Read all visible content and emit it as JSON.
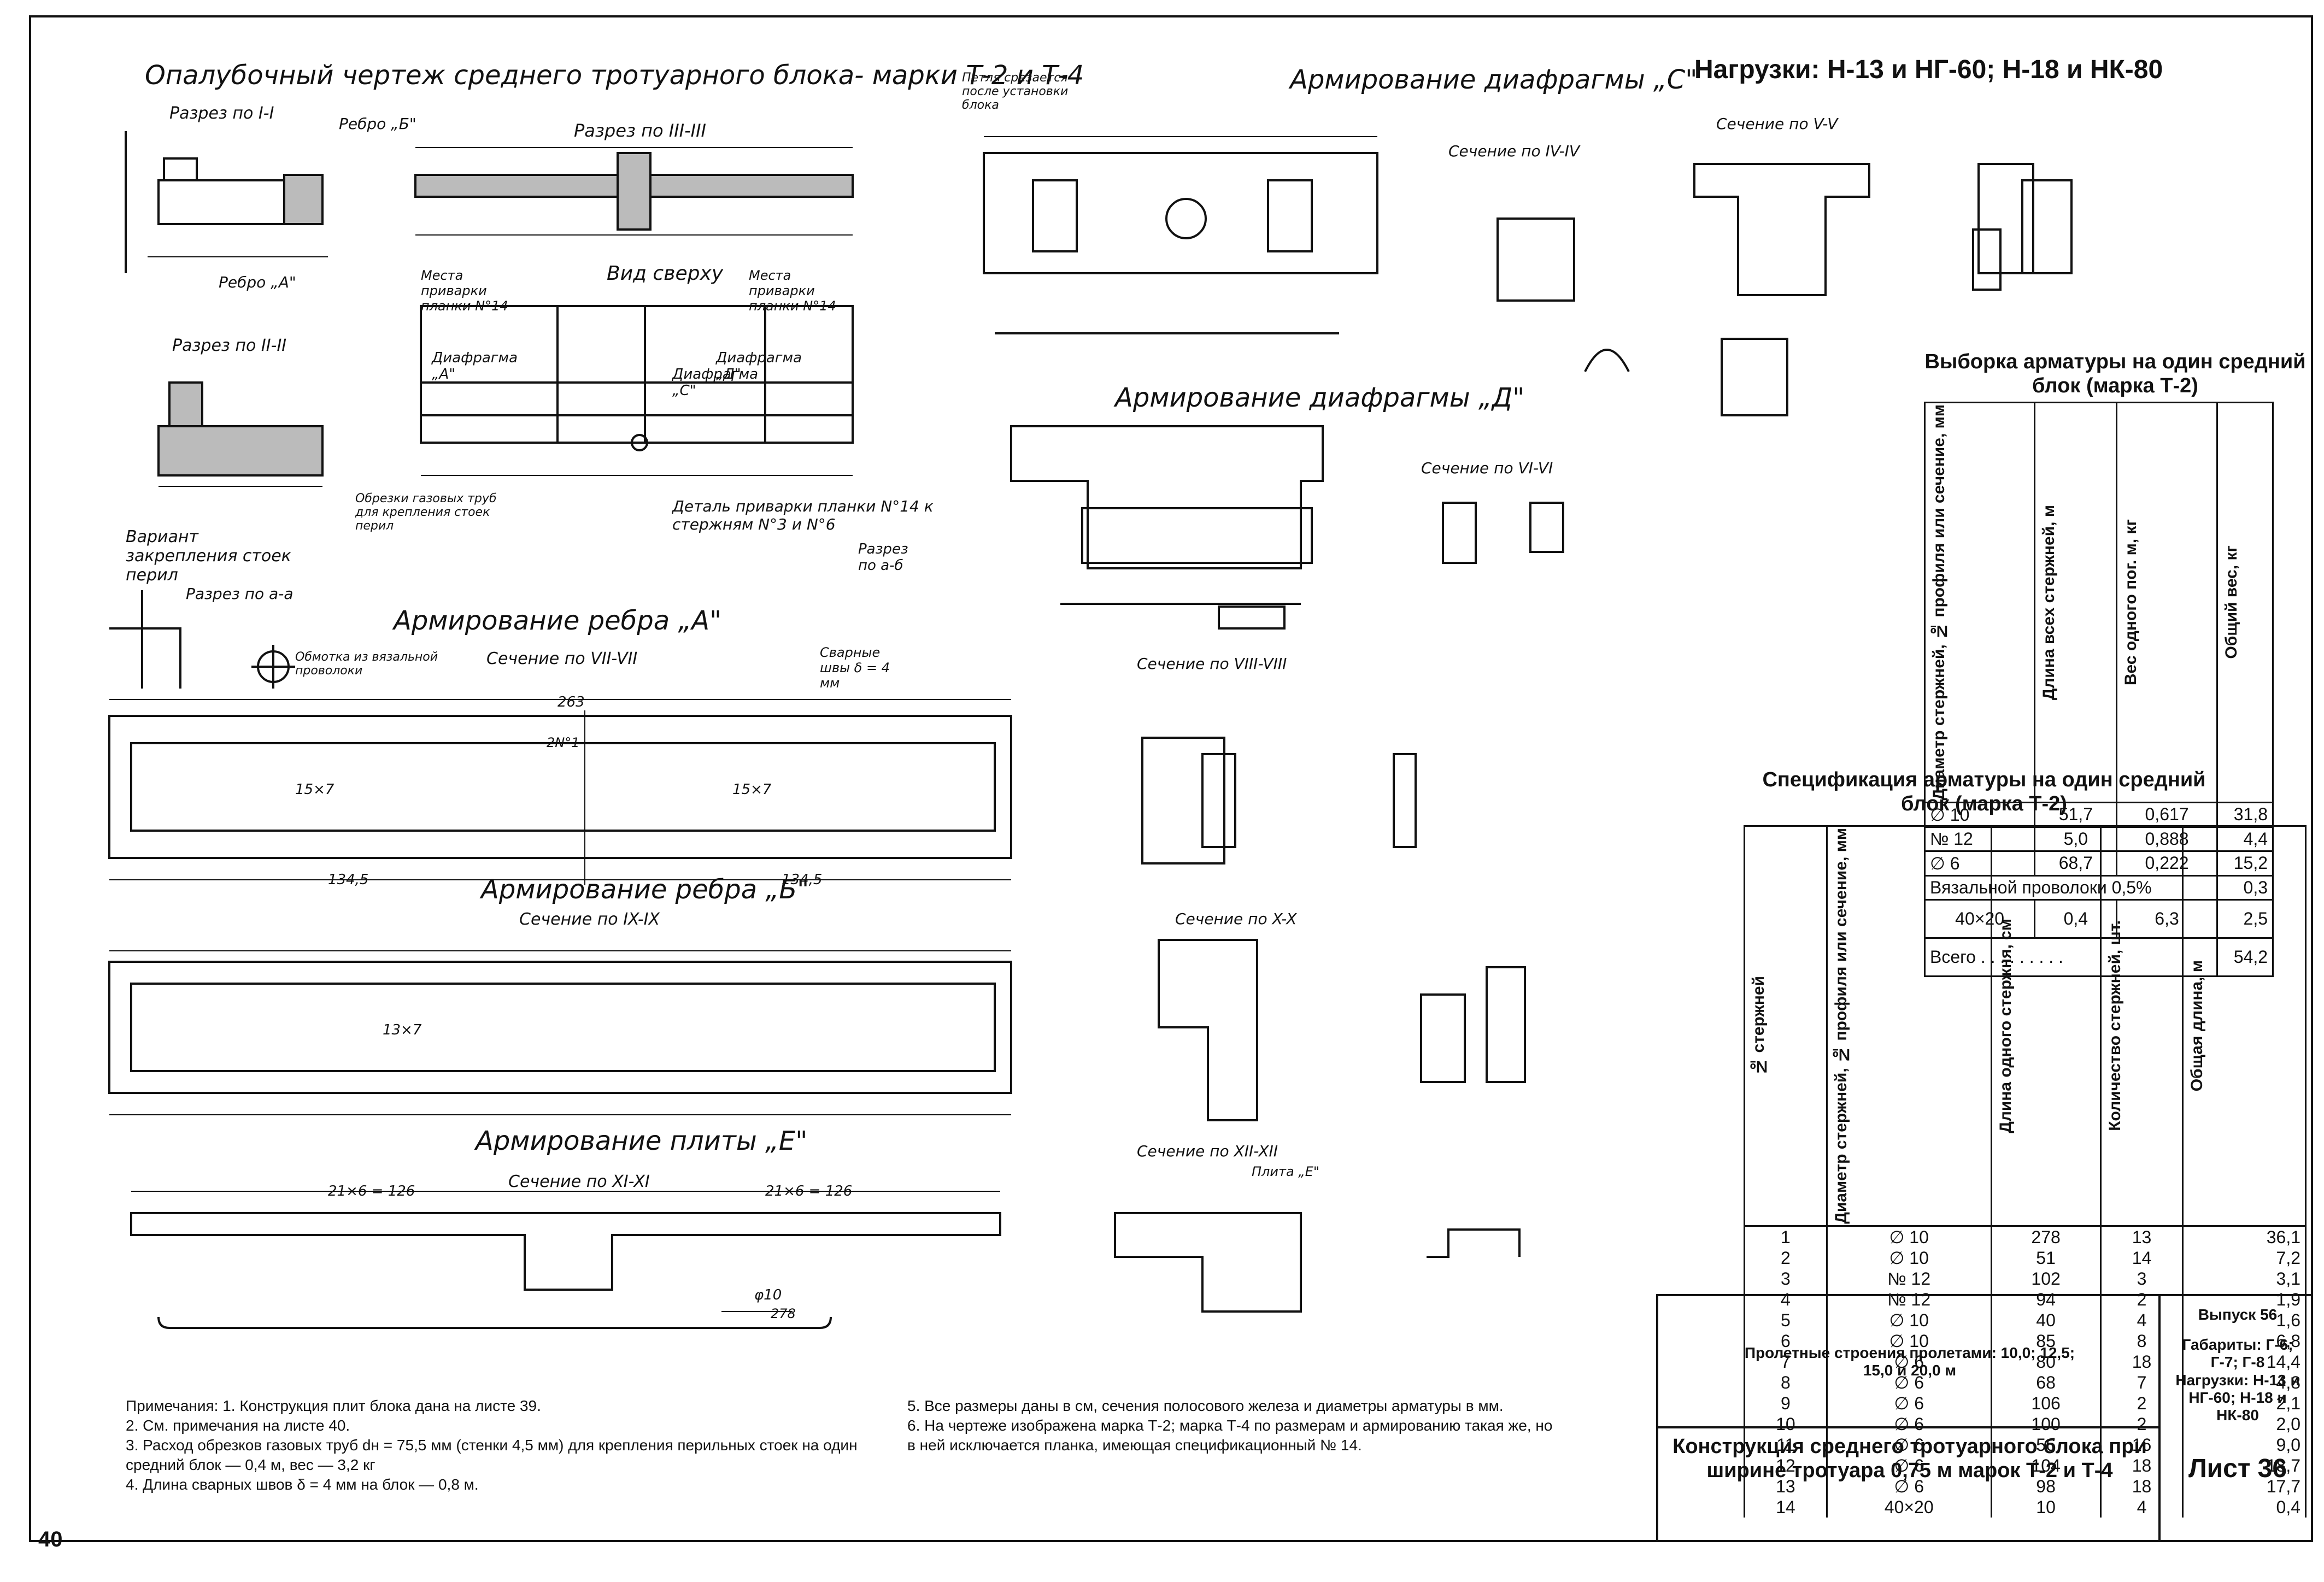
{
  "headings": {
    "formwork": "Опалубочный чертеж среднего тротуарного блока- марки Т-2 и Т-4",
    "diaphragm_c": "Армирование диафрагмы „С\"",
    "diaphragm_d": "Армирование диафрагмы „Д\"",
    "rib_a": "Армирование ребра „А\"",
    "rib_b": "Армирование ребра „Б\"",
    "plate_e": "Армирование плиты „Е\"",
    "loads": "Нагрузки: Н-13 и НГ-60; Н-18 и НК-80"
  },
  "labels": {
    "sec_1": "Разрез по I-I",
    "sec_2": "Разрез по II-II",
    "sec_3": "Разрез по III-III",
    "top_view": "Вид сверху",
    "variant": "Вариант закрепления стоек перил",
    "sec_aa": "Разрез по а-а",
    "sec_ab": "Разрез по а-б",
    "sec_4": "Сечение по IV-IV",
    "sec_5": "Сечение по V-V",
    "sec_6": "Сечение по VI-VI",
    "sec_7": "Сечение по VII-VII",
    "sec_8": "Сечение по VIII-VIII",
    "sec_9": "Сечение по IX-IX",
    "sec_10": "Сечение по X-X",
    "sec_11": "Сечение по XI-XI",
    "sec_12": "Сечение по XII-XII",
    "slab_e": "Плита „Е\"",
    "rib_b_label": "Ребро „Б\"",
    "rib_a_label": "Ребро „А\"",
    "weld_places": "Места приварки планки N°14",
    "diaphragm_a": "Диафрагма „А\"",
    "diaphragm_c_lbl": "Диафрагма „С\"",
    "diaphragm_d_lbl": "Диафрагма „Д\"",
    "pipe_scraps": "Обрезки газовых труб для крепления стоек перил",
    "detail_weld": "Деталь приварки планки N°14 к стержням N°3 и N°6",
    "loop": "Петля срезается после установки блока",
    "wire": "Обмотка из вязальной проволоки",
    "welds": "Сварные швы δ = 4 мм",
    "dim_263": "263",
    "dim_1345a": "134,5",
    "dim_1345b": "134,5",
    "dim_126a": "21×6 = 126",
    "dim_126b": "21×6 = 126",
    "bar_1": "φ10",
    "bar_1_len": "278",
    "n2": "2N°1",
    "s15x7a": "15×7",
    "s15x7b": "15×7",
    "s13x7": "13×7"
  },
  "page_number": "40",
  "notes": {
    "p1": "Примечания: 1. Конструкция плит блока дана на листе 39.",
    "p2": "2. См. примечания на листе 40.",
    "p3": "3. Расход обрезков газовых труб dн = 75,5 мм (стенки 4,5 мм) для крепления перильных стоек на один средний блок — 0,4 м, вес — 3,2 кг",
    "p4": "4. Длина сварных швов δ = 4 мм на блок — 0,8 м.",
    "p5": "5. Все размеры даны в см, сечения полосового железа и диаметры арматуры в мм.",
    "p6": "6. На чертеже изображена марка Т-2; марка Т-4 по размерам и армированию такая же, но в ней исключается планка, имеющая спецификационный № 14."
  },
  "selection_table": {
    "title": "Выборка арматуры на один средний блок (марка Т-2)",
    "headers": [
      "Диаметр стержней, № профиля или сечение, мм",
      "Длина всех стержней, м",
      "Вес одного пог. м, кг",
      "Общий вес, кг"
    ],
    "rows": [
      [
        "∅ 10",
        "51,7",
        "0,617",
        "31,8"
      ],
      [
        "№ 12",
        "5,0",
        "0,888",
        "4,4"
      ],
      [
        "∅ 6",
        "68,7",
        "0,222",
        "15,2"
      ]
    ],
    "wire_label": "Вязальной проволоки 0,5%",
    "wire_value": "0,3",
    "plate_row": [
      "40×20",
      "0,4",
      "6,3",
      "2,5"
    ],
    "total_label": "Всего . . . . . . . . .",
    "total_value": "54,2"
  },
  "spec_table": {
    "title": "Спецификация арматуры на один средний блок (марка Т-2)",
    "headers": [
      "№ стержней",
      "Диаметр стержней, № профиля или сечение, мм",
      "Длина одного стержня, см",
      "Количество стержней, шт.",
      "Общая длина, м"
    ],
    "rows": [
      [
        "1",
        "∅ 10",
        "278",
        "13",
        "36,1"
      ],
      [
        "2",
        "∅ 10",
        "51",
        "14",
        "7,2"
      ],
      [
        "3",
        "№ 12",
        "102",
        "3",
        "3,1"
      ],
      [
        "4",
        "№ 12",
        "94",
        "2",
        "1,9"
      ],
      [
        "5",
        "∅ 10",
        "40",
        "4",
        "1,6"
      ],
      [
        "6",
        "∅ 10",
        "85",
        "8",
        "6,8"
      ],
      [
        "7",
        "∅ 6",
        "80",
        "18",
        "14,4"
      ],
      [
        "8",
        "∅ 6",
        "68",
        "7",
        "4,8"
      ],
      [
        "9",
        "∅ 6",
        "106",
        "2",
        "2,1"
      ],
      [
        "10",
        "∅ 6",
        "100",
        "2",
        "2,0"
      ],
      [
        "11",
        "∅ 6",
        "56",
        "16",
        "9,0"
      ],
      [
        "12",
        "∅ 6",
        "104",
        "18",
        "18,7"
      ],
      [
        "13",
        "∅ 6",
        "98",
        "18",
        "17,7"
      ],
      [
        "14",
        "40×20",
        "10",
        "4",
        "0,4"
      ]
    ]
  },
  "title_block": {
    "spans": "Пролетные строения пролетами: 10,0; 12,5; 15,0 и 20,0 м",
    "name": "Конструкция среднего тротуарного блока при ширине тротуара 0,75 м марок Т-2 и Т-4",
    "issue": "Выпуск 56",
    "gabarits": "Габариты: Г-6; Г-7; Г-8",
    "loads": "Нагрузки: Н-13 и НГ-60; Н-18 и НК-80",
    "sheet": "Лист 36"
  }
}
